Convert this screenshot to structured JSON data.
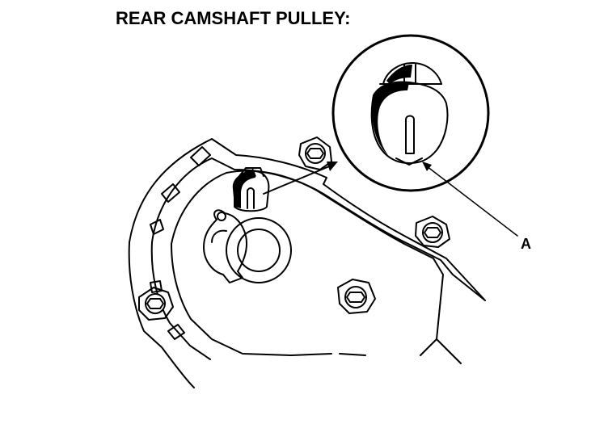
{
  "title": "REAR CAMSHAFT PULLEY:",
  "callouts": [
    {
      "id": "A",
      "label": "A"
    }
  ],
  "colors": {
    "line": "#000000",
    "background": "#ffffff"
  }
}
